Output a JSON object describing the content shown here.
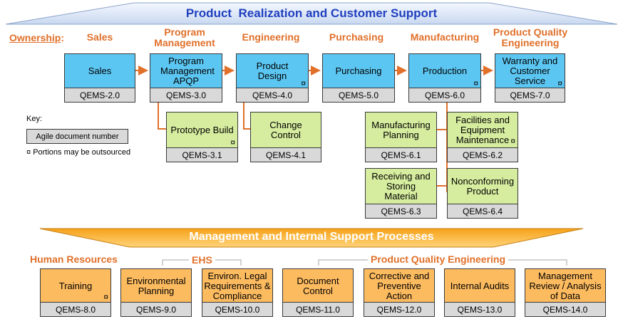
{
  "top_banner": {
    "title": "Product  Realization and Customer Support"
  },
  "bottom_banner": {
    "title": "Management and Internal Support Processes"
  },
  "ownership_label": "Ownership",
  "ownership_colon": ":",
  "owners": [
    "Sales",
    "Program Management",
    "Engineering",
    "Purchasing",
    "Manufacturing",
    "Product Quality Engineering"
  ],
  "main_flow": [
    {
      "label": "Sales",
      "code": "QEMS-2.0",
      "outsourced": false
    },
    {
      "label": "Program Management APQP",
      "code": "QEMS-3.0",
      "outsourced": false
    },
    {
      "label": "Product Design",
      "code": "QEMS-4.0",
      "outsourced": true
    },
    {
      "label": "Purchasing",
      "code": "QEMS-5.0",
      "outsourced": false
    },
    {
      "label": "Production",
      "code": "QEMS-6.0",
      "outsourced": true
    },
    {
      "label": "Warranty and Customer Service",
      "code": "QEMS-7.0",
      "outsourced": true
    }
  ],
  "sub_processes": [
    {
      "label": "Prototype Build",
      "code": "QEMS-3.1",
      "outsourced": true
    },
    {
      "label": "Change Control",
      "code": "QEMS-4.1",
      "outsourced": false
    },
    {
      "label": "Manufacturing Planning",
      "code": "QEMS-6.1",
      "outsourced": false
    },
    {
      "label": "Facilities and Equipment Maintenance",
      "code": "QEMS-6.2",
      "outsourced": true
    },
    {
      "label": "Receiving and Storing Material",
      "code": "QEMS-6.3",
      "outsourced": false
    },
    {
      "label": "Nonconforming Product",
      "code": "QEMS-6.4",
      "outsourced": false
    }
  ],
  "support_groups": [
    "Human Resources",
    "EHS",
    "Product Quality Engineering"
  ],
  "support_processes": [
    {
      "label": "Training",
      "code": "QEMS-8.0",
      "outsourced": true
    },
    {
      "label": "Environmental Planning",
      "code": "QEMS-9.0",
      "outsourced": false
    },
    {
      "label": "Environ. Legal Requirements & Compliance",
      "code": "QEMS-10.0",
      "outsourced": false
    },
    {
      "label": "Document Control",
      "code": "QEMS-11.0",
      "outsourced": false
    },
    {
      "label": "Corrective and Preventive Action",
      "code": "QEMS-12.0",
      "outsourced": false
    },
    {
      "label": "Internal Audits",
      "code": "QEMS-13.0",
      "outsourced": false
    },
    {
      "label": "Management Review / Analysis of Data",
      "code": "QEMS-14.0",
      "outsourced": false
    }
  ],
  "key": {
    "title": "Key:",
    "doc_number_label": "Agile document number",
    "outsourced_symbol": "¤",
    "outsourced_label": "Portions may be outsourced"
  },
  "colors": {
    "main_flow": "#5cc6f2",
    "sub_process": "#d6ed9f",
    "support": "#fdbb60",
    "code_band": "#d9d9d9",
    "owner_text": "#e0702a",
    "connector": "#e0702a",
    "top_banner_title": "#1f3fbf"
  }
}
